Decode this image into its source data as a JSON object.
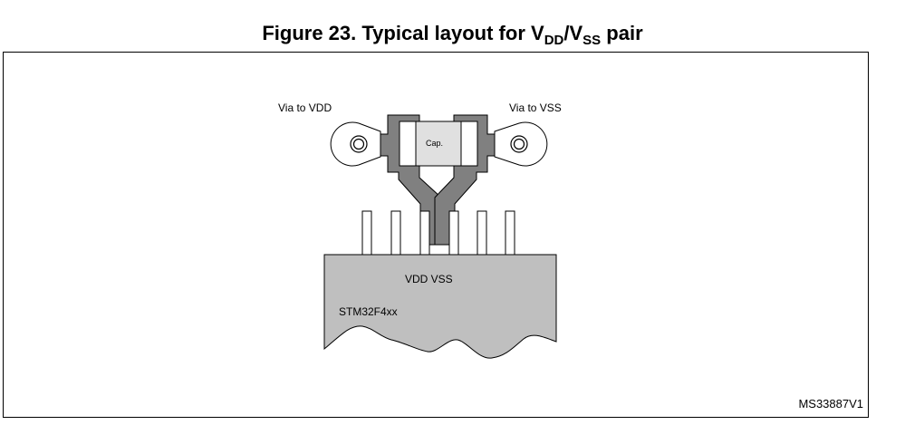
{
  "figure": {
    "caption_prefix": "Figure 23. Typical layout for V",
    "caption_sub1": "DD",
    "caption_mid": "/V",
    "caption_sub2": "SS",
    "caption_suffix": " pair",
    "reference_id": "MS33887V1"
  },
  "labels": {
    "via_vdd": "Via to VDD",
    "via_vss": "Via to VSS",
    "capacitor": "Cap.",
    "pins": "VDD VSS",
    "chip": "STM32F4xx"
  },
  "colors": {
    "trace": "#808080",
    "chip_body": "#bfbfbf",
    "capacitor_body": "#e0e0e0",
    "outline": "#000000"
  }
}
